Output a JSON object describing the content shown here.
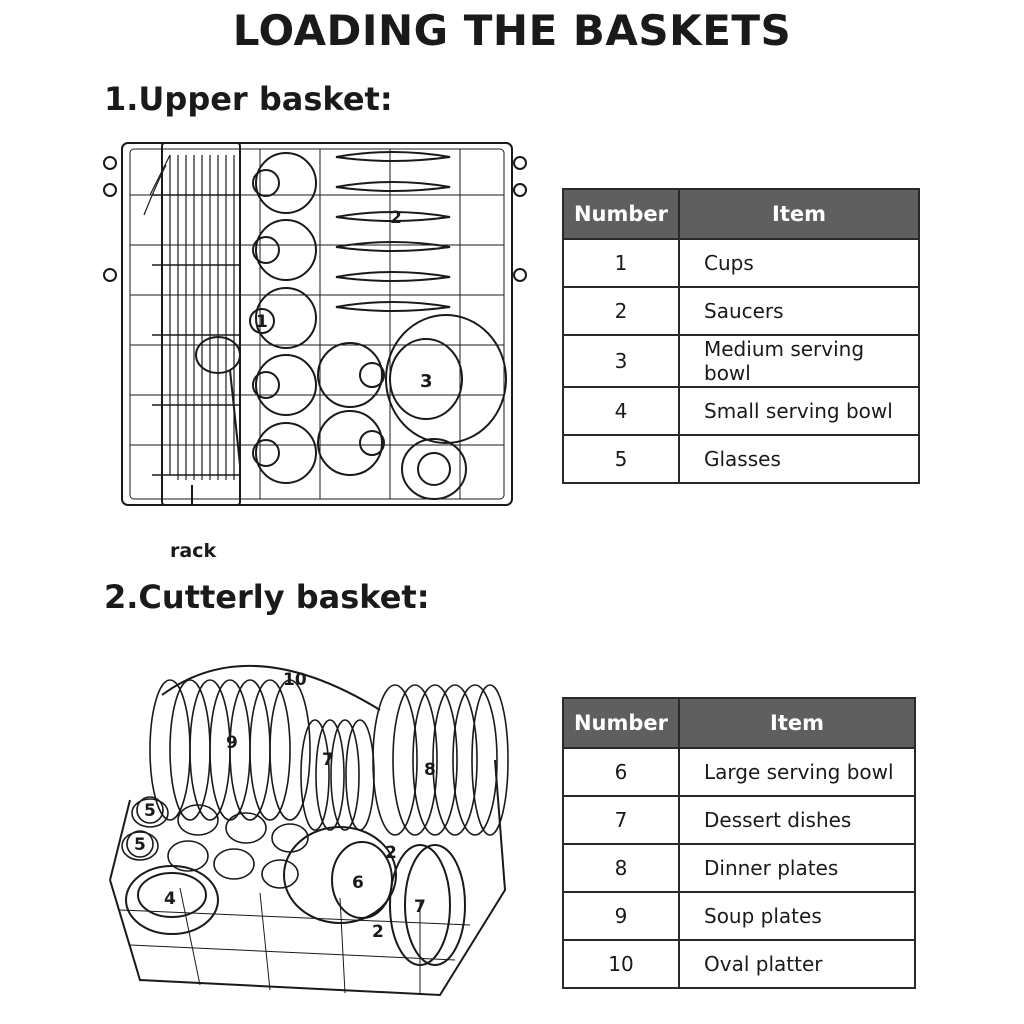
{
  "title": "LOADING THE BASKETS",
  "upper": {
    "heading": "1.Upper basket:",
    "rack_label": "rack",
    "callouts": [
      "1",
      "2",
      "3"
    ],
    "table": {
      "headers": [
        "Number",
        "Item"
      ],
      "rows": [
        {
          "num": "1",
          "item": "Cups"
        },
        {
          "num": "2",
          "item": "Saucers"
        },
        {
          "num": "3",
          "item": "Medium serving bowl"
        },
        {
          "num": "4",
          "item": "Small serving bowl"
        },
        {
          "num": "5",
          "item": "Glasses"
        }
      ]
    }
  },
  "cutlery": {
    "heading": "2.Cutterly basket:",
    "callouts": [
      "10",
      "9",
      "7",
      "8",
      "5",
      "5",
      "4",
      "6",
      "2",
      "2",
      "7"
    ],
    "table": {
      "headers": [
        "Number",
        "Item"
      ],
      "rows": [
        {
          "num": "6",
          "item": "Large serving bowl"
        },
        {
          "num": "7",
          "item": "Dessert dishes"
        },
        {
          "num": "8",
          "item": "Dinner plates"
        },
        {
          "num": "9",
          "item": "Soup plates"
        },
        {
          "num": "10",
          "item": "Oval platter"
        }
      ]
    }
  }
}
